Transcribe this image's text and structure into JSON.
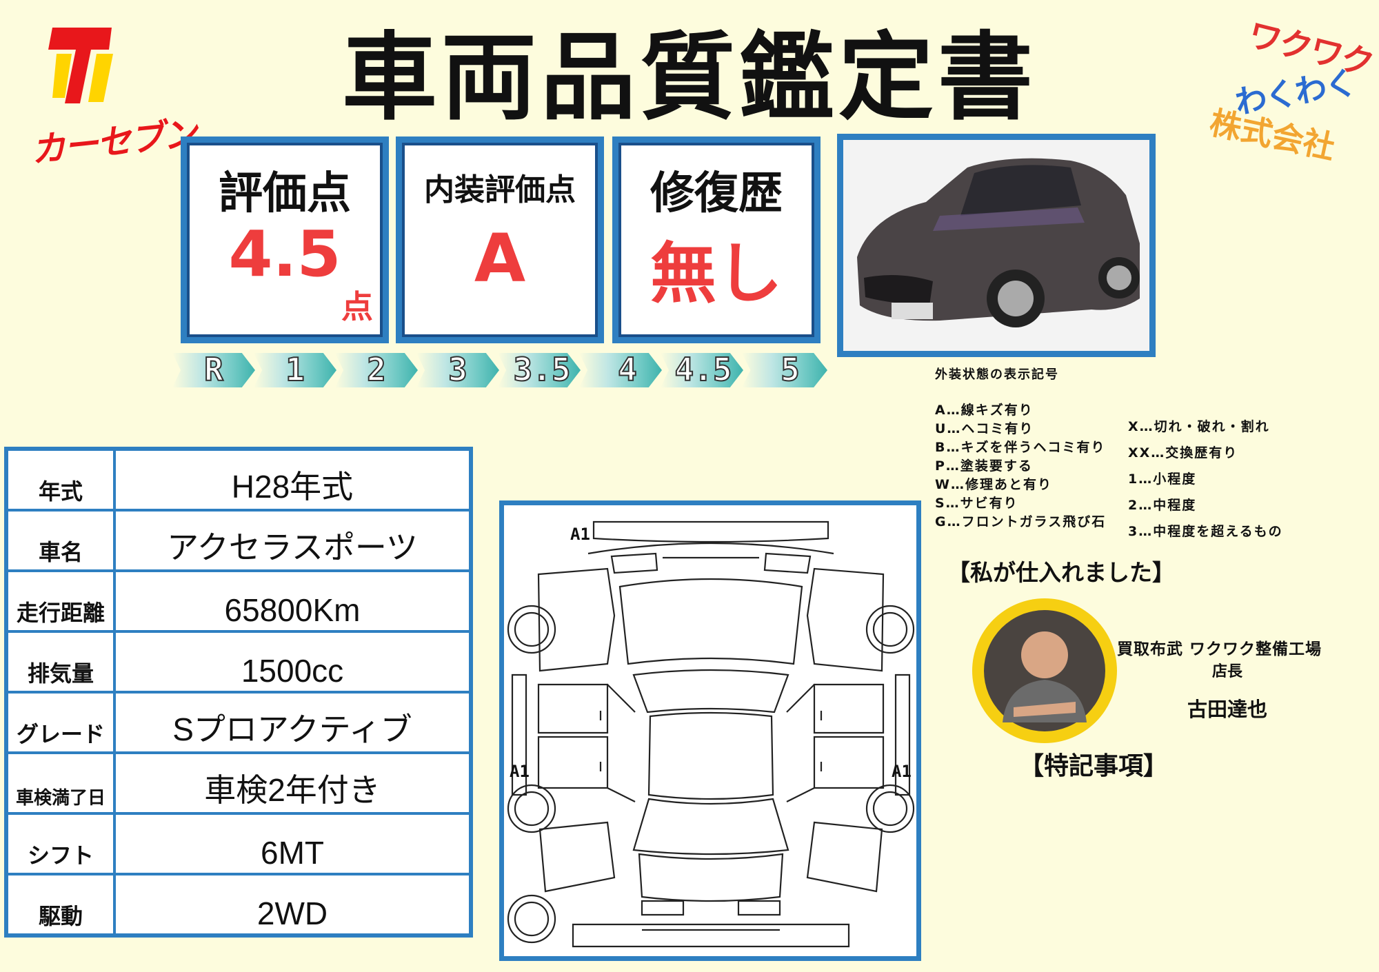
{
  "title": "車両品質鑑定書",
  "logos": {
    "left_brand": "カーセブン",
    "right_brand_line1": "ワクワク",
    "right_brand_line2": "わくわく",
    "right_brand_line3": "株式会社"
  },
  "scores": {
    "overall_label": "評価点",
    "overall_value": "4.5",
    "overall_unit": "点",
    "interior_label": "内装評価点",
    "interior_value": "A",
    "repair_label": "修復歴",
    "repair_value": "無し"
  },
  "scale": [
    "R",
    "1",
    "2",
    "3",
    "3.5",
    "4",
    "4.5",
    "5"
  ],
  "specs": [
    {
      "label": "年式",
      "value": "H28年式"
    },
    {
      "label": "車名",
      "value": "アクセラスポーツ"
    },
    {
      "label": "走行距離",
      "value": "65800Km"
    },
    {
      "label": "排気量",
      "value": "1500cc"
    },
    {
      "label": "グレード",
      "value": "Sプロアクティブ"
    },
    {
      "label": "車検満了日",
      "value": "車検2年付き"
    },
    {
      "label": "シフト",
      "value": "6MT"
    },
    {
      "label": "駆動",
      "value": "2WD"
    }
  ],
  "diagram_marks": {
    "front": "A1",
    "left_side": "A1",
    "right_side": "A1"
  },
  "legend": {
    "heading": "外装状態の表示記号",
    "left": [
      "A…線キズ有り",
      "U…ヘコミ有り",
      "B…キズを伴うヘコミ有り",
      "P…塗装要する",
      "W…修理あと有り",
      "S…サビ有り",
      "G…フロントガラス飛び石"
    ],
    "right": [
      "X…切れ・破れ・割れ",
      "XX…交換歴有り",
      "1…小程度",
      "2…中程度",
      "3…中程度を超えるもの"
    ]
  },
  "purchaser": {
    "heading": "【私が仕入れました】",
    "store": "買取布武 ワクワク整備工場",
    "role": "店長",
    "name": "古田達也"
  },
  "notes_heading": "【特記事項】"
}
